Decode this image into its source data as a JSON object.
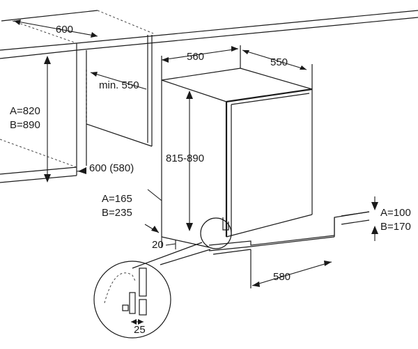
{
  "labels": {
    "niche_width": "600",
    "unit_width": "560",
    "unit_depth": "550",
    "min_depth": "min. 550",
    "niche_height_a": "A=820",
    "niche_height_b": "B=890",
    "unit_height": "815-890",
    "niche_depth": "600 (580)",
    "plinth_height_a": "A=165",
    "plinth_height_b": "B=235",
    "plinth_offset": "20",
    "plinth_a": "A=100",
    "plinth_b": "B=170",
    "plinth_width": "580",
    "detail_gap": "25"
  }
}
